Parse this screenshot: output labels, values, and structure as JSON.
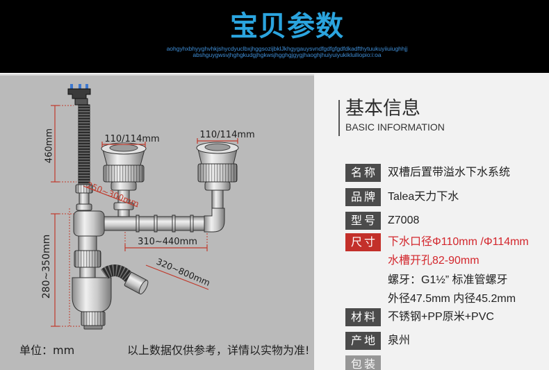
{
  "header": {
    "title": "宝贝参数",
    "deco_line_1": "aohgyhxbhyyghvhkjshycdyuclbxjhggsozijbklJkhgygauysvndfgdfgfgdfdkadfthytuukuyiiuiughhjj",
    "deco_line_2": "abshguygwsvjhghgkudgjhgkwsjhgghgjgygjhaoghjhuiyuiyukikluiliopio:i:oa"
  },
  "diagram": {
    "dimensions": {
      "overflow_height": "460mm",
      "left_outlet_diameter": "110/114mm",
      "right_outlet_diameter": "110/114mm",
      "overflow_to_outlet": "250~300mm",
      "outlet_spacing": "310~440mm",
      "trap_height": "280~350mm",
      "drain_hose_length": "320~800mm"
    },
    "unit_note": "单位：mm",
    "disclaimer": "以上数据仅供参考，详情以实物为准!"
  },
  "info": {
    "title": "基本信息",
    "subtitle": "BASIC INFORMATION",
    "rows": [
      {
        "label": "名称",
        "lines": [
          "双槽后置带溢水下水系统"
        ]
      },
      {
        "label": "品牌",
        "lines": [
          "Talea天力下水"
        ]
      },
      {
        "label": "型号",
        "lines": [
          "Z7008"
        ]
      },
      {
        "label": "尺寸",
        "lines": [
          "下水口径Φ110mm /Φ114mm",
          "水槽开孔82-90mm",
          "螺牙：G1½” 标准管螺牙",
          "外径47.5mm 内径45.2mm"
        ]
      },
      {
        "label": "材料",
        "lines": [
          "不锈钢+PP原米+PVC"
        ]
      },
      {
        "label": "产地",
        "lines": [
          "泉州"
        ]
      },
      {
        "label": "包装"
      }
    ]
  },
  "colors": {
    "header_bg": "#000000",
    "title": "#2ba4de",
    "deco_text": "#3f8fd8",
    "panel_bg": "#bababa",
    "label_bg": "#4b4b4b",
    "label_highlight_bg": "#c3302a",
    "highlight_text": "#d3262c",
    "dimension_line": "#c0392b"
  }
}
